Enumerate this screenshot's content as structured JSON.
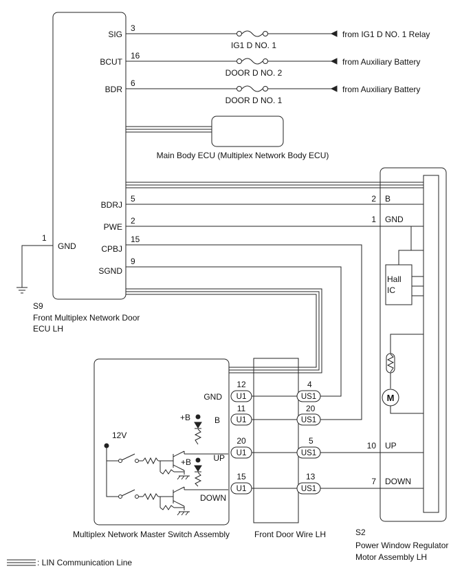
{
  "ecu_s9": {
    "code": "S9",
    "name_line1": "Front Multiplex Network Door",
    "name_line2": "ECU LH",
    "terminals": [
      {
        "pin": "3",
        "label": "SIG"
      },
      {
        "pin": "16",
        "label": "BCUT"
      },
      {
        "pin": "6",
        "label": "BDR"
      },
      {
        "pin": "5",
        "label": "BDRJ"
      },
      {
        "pin": "2",
        "label": "PWE"
      },
      {
        "pin": "15",
        "label": "CPBJ"
      },
      {
        "pin": "9",
        "label": "SGND"
      },
      {
        "pin": "1",
        "label": "GND"
      }
    ]
  },
  "fuses": [
    {
      "name": "IG1 D NO. 1",
      "source": "from IG1 D NO. 1 Relay"
    },
    {
      "name": "DOOR D NO. 2",
      "source": "from Auxiliary Battery"
    },
    {
      "name": "DOOR D NO. 1",
      "source": "from Auxiliary Battery"
    }
  ],
  "main_body_ecu": {
    "label": "Main Body ECU (Multiplex Network Body ECU)"
  },
  "regulator_s2": {
    "code": "S2",
    "name_line1": "Power Window Regulator",
    "name_line2": "Motor Assembly LH",
    "hall_line1": "Hall",
    "hall_line2": "IC",
    "motor_symbol": "M",
    "terminals": [
      {
        "pin": "2",
        "label": "B"
      },
      {
        "pin": "1",
        "label": "GND"
      },
      {
        "pin": "10",
        "label": "UP"
      },
      {
        "pin": "7",
        "label": "DOWN"
      }
    ]
  },
  "master_switch": {
    "name": "Multiplex Network Master Switch Assembly",
    "terminals": [
      {
        "pin": "12",
        "label": "GND",
        "connector": "U1"
      },
      {
        "pin": "11",
        "label": "B",
        "connector": "U1"
      },
      {
        "pin": "20",
        "label": "UP",
        "connector": "U1"
      },
      {
        "pin": "15",
        "label": "DOWN",
        "connector": "U1"
      }
    ],
    "plus_b": "+B",
    "supply": "12V"
  },
  "front_door_wire": {
    "name": "Front Door Wire LH",
    "terminals": [
      {
        "pin": "4",
        "connector": "US1"
      },
      {
        "pin": "20",
        "connector": "US1"
      },
      {
        "pin": "5",
        "connector": "US1"
      },
      {
        "pin": "13",
        "connector": "US1"
      }
    ]
  },
  "legend": {
    "lin_label": ": LIN Communication Line"
  }
}
